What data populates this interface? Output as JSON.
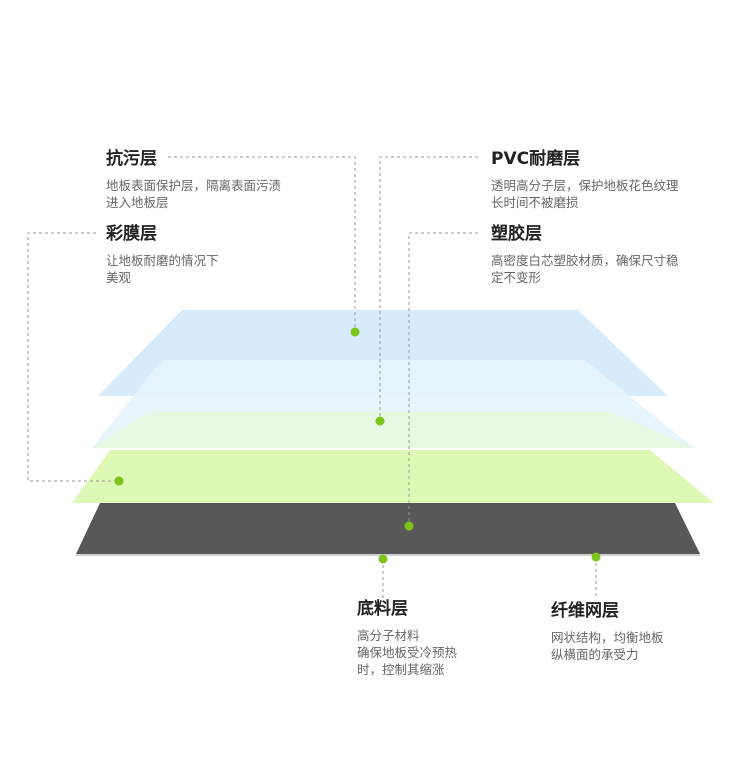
{
  "labels": {
    "anti_stain": {
      "title": "抗污层",
      "desc": [
        "地板表面保护层，隔离表面污渍",
        "进入地板层"
      ]
    },
    "color_film": {
      "title": "彩膜层",
      "desc": [
        "让地板耐磨的情况下",
        "美观"
      ]
    },
    "pvc_wear": {
      "title": "PVC耐磨层",
      "desc": [
        "透明高分子层，保护地板花色纹理",
        "长时间不被磨损"
      ]
    },
    "plastic": {
      "title": "塑胶层",
      "desc": [
        "高密度白芯塑胶材质，确保尺寸稳",
        "定不变形"
      ]
    },
    "base": {
      "title": "底料层",
      "desc": [
        "高分子材料",
        "确保地板受冷预热",
        "时，控制其缩涨"
      ]
    },
    "fiber": {
      "title": "纤维网层",
      "desc": [
        "网状结构，均衡地板",
        "纵横面的承受力"
      ]
    }
  },
  "colors": {
    "accent_dot": "#7dc41c",
    "leader_line": "#999999",
    "layer_top": "#d6ebfb",
    "layer_second": "#e6f3fc",
    "layer_third": "#e6f8df",
    "layer_green": "#def9b6",
    "layer_base": "#585858",
    "layer_base_edge": "#cfcfcf"
  }
}
